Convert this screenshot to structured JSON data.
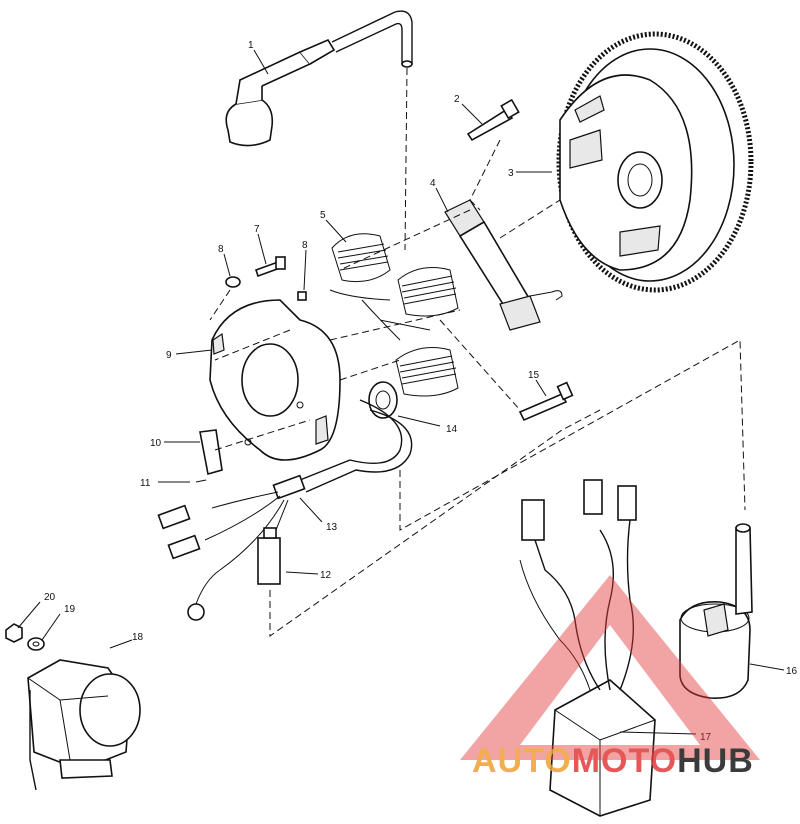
{
  "labels": [
    {
      "id": "part-label-1",
      "text": "1"
    },
    {
      "id": "part-label-2",
      "text": "2"
    },
    {
      "id": "part-label-3",
      "text": "3"
    },
    {
      "id": "part-label-4",
      "text": "4"
    },
    {
      "id": "part-label-5",
      "text": "5"
    },
    {
      "id": "part-label-7",
      "text": "7"
    },
    {
      "id": "part-label-8a",
      "text": "8"
    },
    {
      "id": "part-label-8b",
      "text": "8"
    },
    {
      "id": "part-label-9",
      "text": "9"
    },
    {
      "id": "part-label-10",
      "text": "10"
    },
    {
      "id": "part-label-11",
      "text": "11"
    },
    {
      "id": "part-label-12",
      "text": "12"
    },
    {
      "id": "part-label-13",
      "text": "13"
    },
    {
      "id": "part-label-14",
      "text": "14"
    },
    {
      "id": "part-label-15",
      "text": "15"
    },
    {
      "id": "part-label-16",
      "text": "16"
    },
    {
      "id": "part-label-17",
      "text": "17"
    },
    {
      "id": "part-label-18",
      "text": "18"
    },
    {
      "id": "part-label-19",
      "text": "19"
    },
    {
      "id": "part-label-20",
      "text": "20"
    }
  ],
  "watermark": {
    "part1": "AUTO",
    "part2": "MOTO",
    "part3": "HUB",
    "color_primary": "#f0a030",
    "color_secondary": "#e23a3a",
    "color_tertiary": "#1a1a1a"
  }
}
